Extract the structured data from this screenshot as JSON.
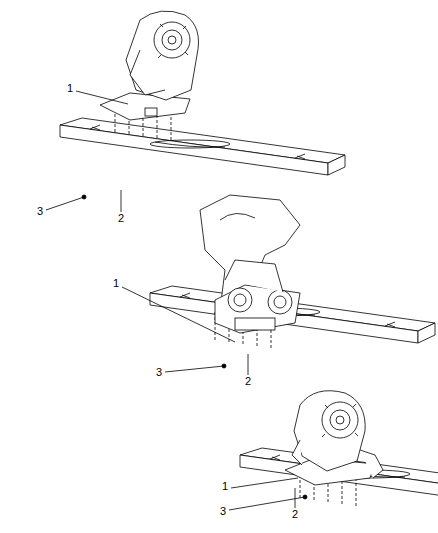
{
  "diagram": {
    "labels": [
      "1",
      "3",
      "2",
      "1",
      "3",
      "2",
      "1",
      "3",
      "2"
    ]
  }
}
